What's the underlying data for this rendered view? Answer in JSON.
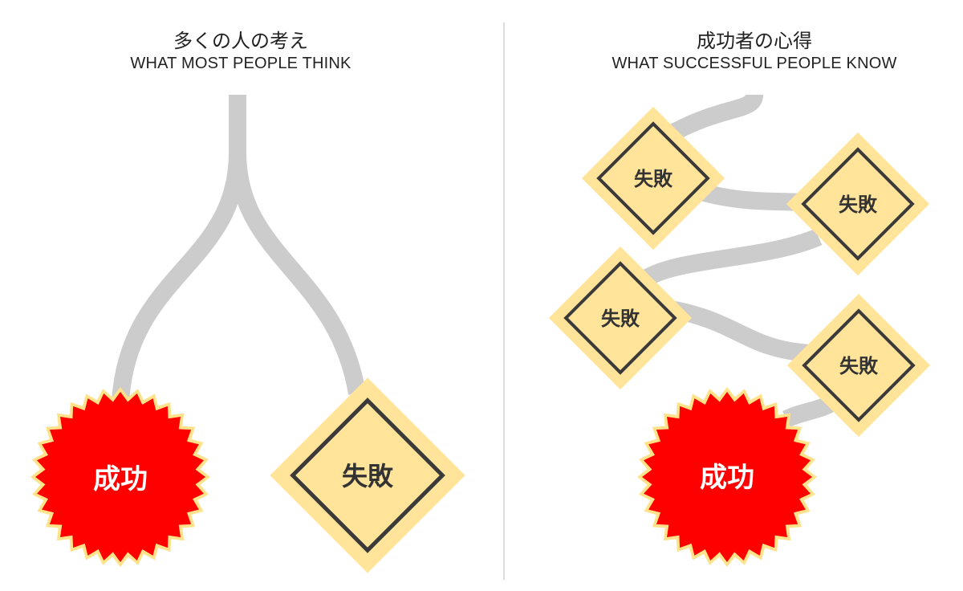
{
  "left_panel": {
    "title_jp": "多くの人の考え",
    "title_en": "WHAT MOST PEOPLE THINK",
    "success_label": "成功",
    "failure_label": "失敗"
  },
  "right_panel": {
    "title_jp": "成功者の心得",
    "title_en": "WHAT SUCCESSFUL PEOPLE KNOW",
    "failure_labels": [
      "失敗",
      "失敗",
      "失敗",
      "失敗"
    ],
    "success_label": "成功"
  },
  "colors": {
    "path": "#cccccc",
    "success_fill": "#ff0000",
    "success_ring": "#ffe28a",
    "failure_fill": "#ffe49a",
    "failure_border": "#3a3a3a",
    "divider": "#cfcfcf"
  }
}
